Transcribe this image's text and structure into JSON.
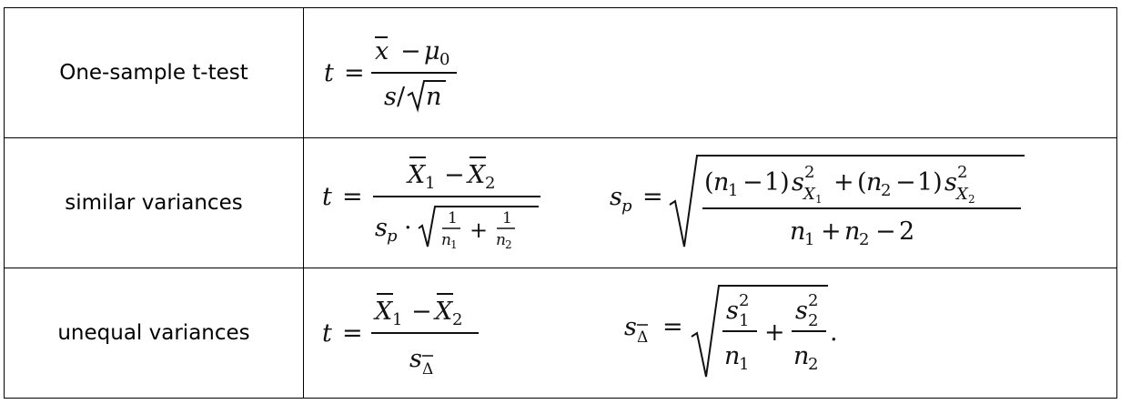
{
  "rows": [
    {
      "label": "One-sample t-test",
      "formula_t": "t = (x̄ − μ₀) / (s/√n)"
    },
    {
      "label": "similar variances",
      "formula_t": "t = (X̄₁ − X̄₂) / (s_p · √(1/n₁ + 1/n₂))",
      "formula_s": "s_p = √(((n₁ − 1) s²_X₁ + (n₂ − 1) s²_X₂) / (n₁ + n₂ − 2))"
    },
    {
      "label": "unequal variances",
      "formula_t": "t = (X̄₁ − X̄₂) / s_Δ̄",
      "formula_s": "s_Δ̄ = √(s₁²/n₁ + s₂²/n₂)."
    }
  ]
}
